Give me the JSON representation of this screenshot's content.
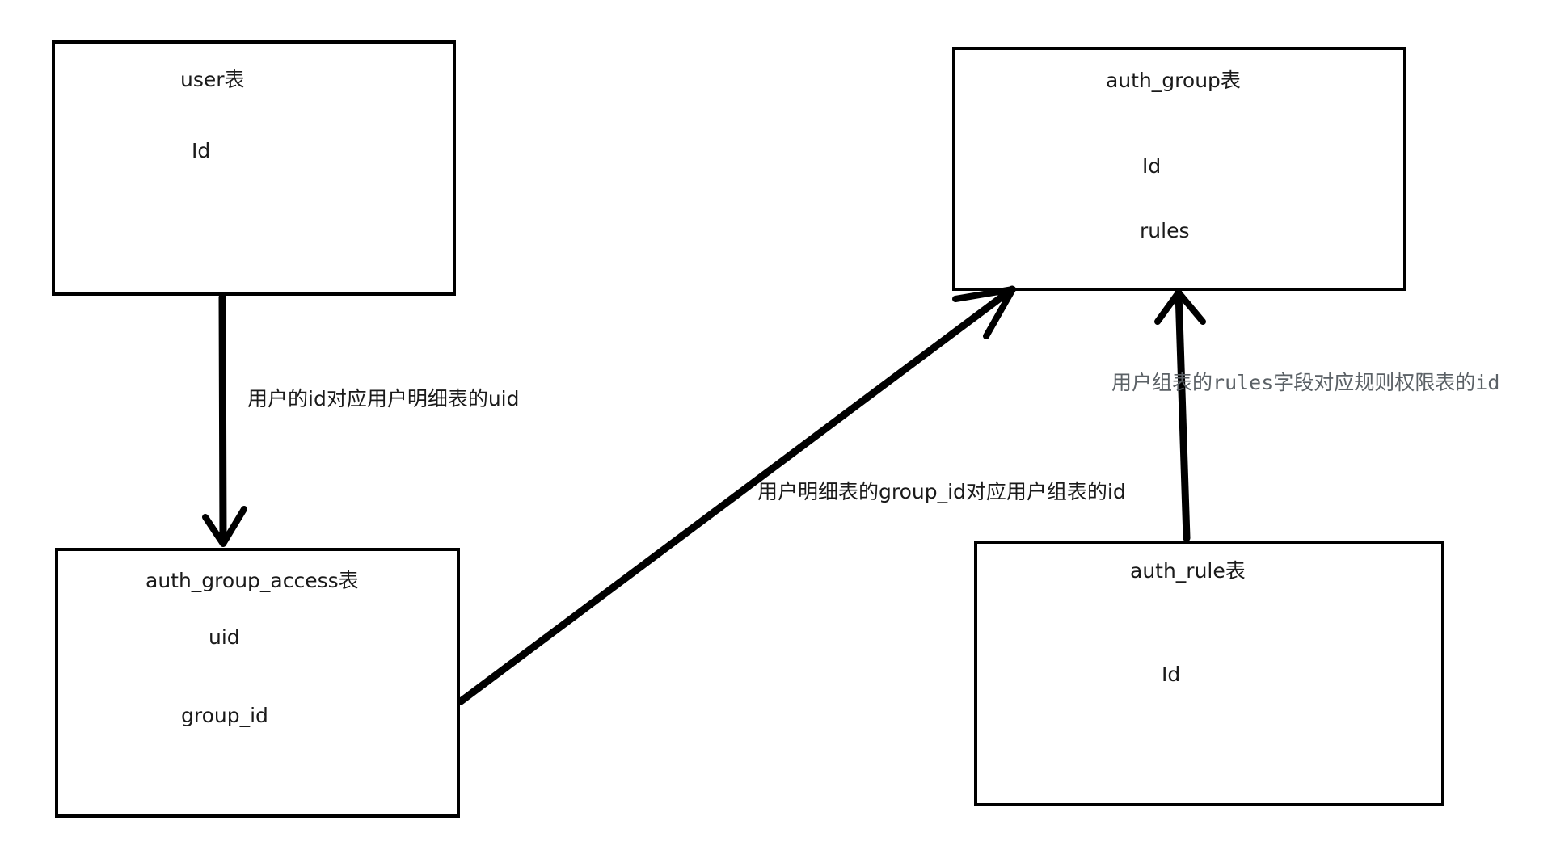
{
  "tables": {
    "user": {
      "title": "user表",
      "fields": [
        "Id"
      ]
    },
    "auth_group": {
      "title": "auth_group表",
      "fields": [
        "Id",
        "rules"
      ]
    },
    "auth_group_access": {
      "title": "auth_group_access表",
      "fields": [
        "uid",
        "group_id"
      ]
    },
    "auth_rule": {
      "title": "auth_rule表",
      "fields": [
        "Id"
      ]
    }
  },
  "relations": {
    "user_to_access": "用户的id对应用户明细表的uid",
    "access_to_group": "用户明细表的group_id对应用户组表的id",
    "rule_to_group": {
      "part1": "用户组表的",
      "code1": "rules",
      "part2": "字段对应规则权限表的",
      "code2": "id"
    }
  },
  "colors": {
    "line": "#000000",
    "text": "#1a1a1a",
    "note_gray": "#5b6166"
  }
}
